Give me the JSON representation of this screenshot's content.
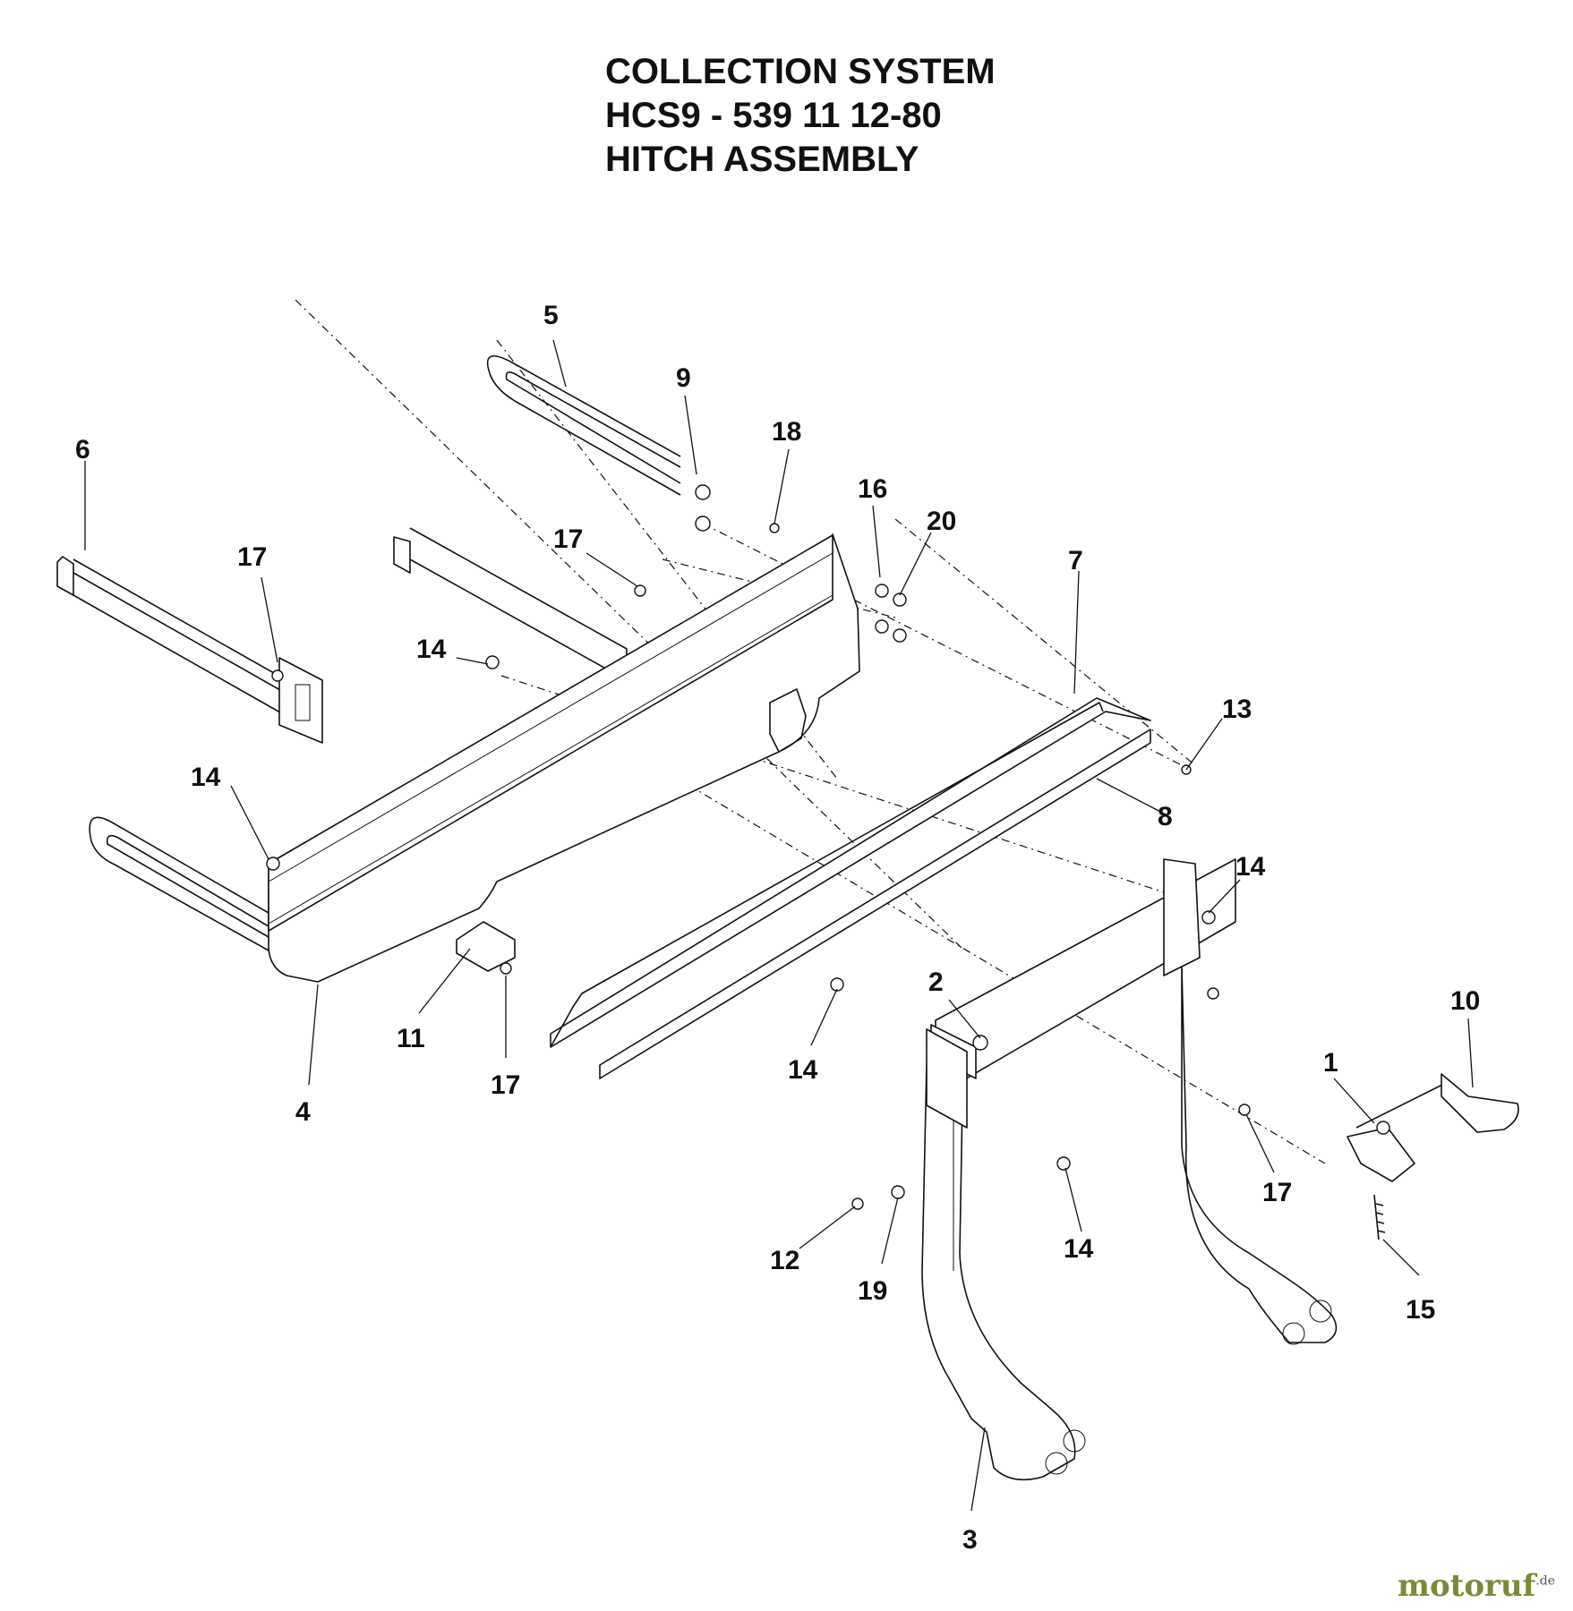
{
  "title": {
    "line1": "COLLECTION SYSTEM",
    "line2": "HCS9 - 539 11 12-80",
    "line3": "HITCH ASSEMBLY"
  },
  "callouts": [
    {
      "id": "c5",
      "label": "5"
    },
    {
      "id": "c9",
      "label": "9"
    },
    {
      "id": "c18",
      "label": "18"
    },
    {
      "id": "c6",
      "label": "6"
    },
    {
      "id": "c16",
      "label": "16"
    },
    {
      "id": "c20",
      "label": "20"
    },
    {
      "id": "c17a",
      "label": "17"
    },
    {
      "id": "c17b",
      "label": "17"
    },
    {
      "id": "c7",
      "label": "7"
    },
    {
      "id": "c14a",
      "label": "14"
    },
    {
      "id": "c13",
      "label": "13"
    },
    {
      "id": "c14b",
      "label": "14"
    },
    {
      "id": "c8",
      "label": "8"
    },
    {
      "id": "c14c",
      "label": "14"
    },
    {
      "id": "c2",
      "label": "2"
    },
    {
      "id": "c10",
      "label": "10"
    },
    {
      "id": "c11",
      "label": "11"
    },
    {
      "id": "c4",
      "label": "4"
    },
    {
      "id": "c17c",
      "label": "17"
    },
    {
      "id": "c14d",
      "label": "14"
    },
    {
      "id": "c1",
      "label": "1"
    },
    {
      "id": "c17d",
      "label": "17"
    },
    {
      "id": "c12",
      "label": "12"
    },
    {
      "id": "c19",
      "label": "19"
    },
    {
      "id": "c14e",
      "label": "14"
    },
    {
      "id": "c15",
      "label": "15"
    },
    {
      "id": "c3",
      "label": "3"
    }
  ],
  "watermark": {
    "text": "motoruf",
    "suffix": ".de",
    "color": "#7a8a3a"
  }
}
